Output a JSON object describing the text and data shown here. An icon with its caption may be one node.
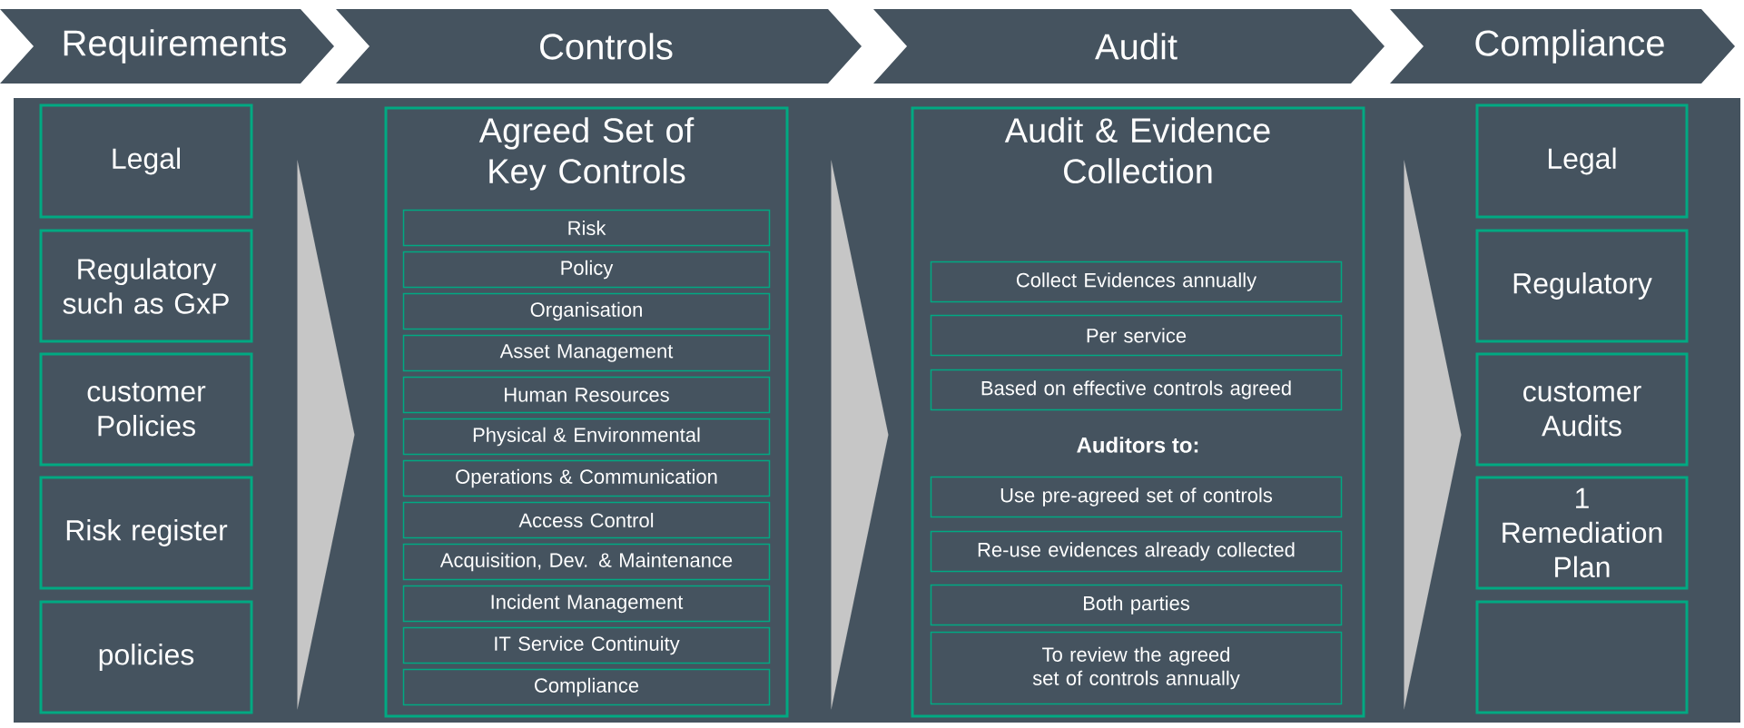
{
  "diagram": {
    "nodes": [
      {
        "text": [
          "Requirements"
        ]
      },
      {
        "text": [
          "Controls"
        ]
      },
      {
        "text": [
          "Audit"
        ]
      },
      {
        "text": [
          "Compliance"
        ]
      },
      {
        "text": [
          "Legal"
        ]
      },
      {
        "text": [
          "Regulatory such as GxP"
        ]
      },
      {
        "text": [
          "customer Policies"
        ]
      },
      {
        "text": [
          "Risk register"
        ]
      },
      {
        "text": [
          "policies"
        ]
      },
      {
        "text": [
          "Agreed Set of Key Controls"
        ]
      },
      {
        "text": [
          "Risk"
        ],
        "in": 9
      },
      {
        "text": [
          "Policy"
        ],
        "in": 9
      },
      {
        "text": [
          "Organisation"
        ],
        "in": 9
      },
      {
        "text": [
          "Asset Management"
        ],
        "in": 9
      },
      {
        "text": [
          "Human Resources"
        ],
        "in": 9
      },
      {
        "text": [
          "Physical & Environmental"
        ],
        "in": 9
      },
      {
        "text": [
          "Operations & Communication"
        ],
        "in": 9
      },
      {
        "text": [
          "Access Control"
        ],
        "in": 9
      },
      {
        "text": [
          "Acquisition, Dev. & Maintenance"
        ],
        "in": 9
      },
      {
        "text": [
          "Incident Management"
        ],
        "in": 9
      },
      {
        "text": [
          "IT Service Continuity"
        ],
        "in": 9
      },
      {
        "text": [
          "Compliance"
        ],
        "in": 9
      },
      {
        "text": [
          "Audit & Evidence Collection",
          "Auditors to:"
        ]
      },
      {
        "text": [
          "Collect Evidences annually"
        ],
        "in": 22
      },
      {
        "text": [
          "Per service"
        ],
        "in": 22
      },
      {
        "text": [
          "Based on effective controls agreed"
        ],
        "in": 22
      },
      {
        "text": [
          "Use pre-agreed set of controls"
        ],
        "in": 22
      },
      {
        "text": [
          "Re-use evidences already collected"
        ],
        "in": 22
      },
      {
        "text": [
          "Both parties"
        ],
        "in": 22
      },
      {
        "text": [
          "To review the agreed set of controls annually"
        ],
        "in": 22
      },
      {
        "text": [
          "Legal"
        ]
      },
      {
        "text": [
          "Regulatory"
        ]
      },
      {
        "text": [
          "customer Audits"
        ]
      },
      {
        "text": [
          "1 Remediation Plan"
        ]
      },
      {
        "text": [],
        "shape": "box"
      }
    ],
    "edges": [
      {
        "from": 6,
        "to": 9,
        "arrow": "to"
      },
      {
        "from": 9,
        "to": 22,
        "arrow": "to"
      },
      {
        "from": 22,
        "to": 32,
        "arrow": "to"
      }
    ]
  }
}
